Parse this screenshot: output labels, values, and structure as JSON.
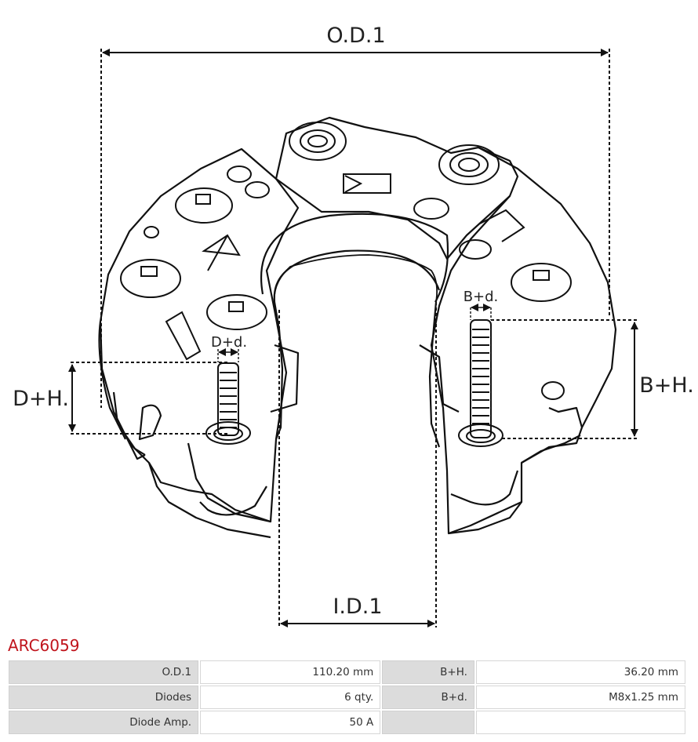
{
  "diagram": {
    "labels": {
      "od": "O.D.1",
      "id": "I.D.1",
      "dh": "D+H.",
      "dd": "D+d.",
      "bh": "B+H.",
      "bd": "B+d."
    }
  },
  "part_number": "ARC6059",
  "specs": [
    {
      "label": "O.D.1",
      "value": "110.20 mm",
      "label2": "B+H.",
      "value2": "36.20 mm"
    },
    {
      "label": "Diodes",
      "value": "6 qty.",
      "label2": "B+d.",
      "value2": "M8x1.25 mm"
    },
    {
      "label": "Diode Amp.",
      "value": "50 A",
      "label2": "",
      "value2": ""
    }
  ]
}
